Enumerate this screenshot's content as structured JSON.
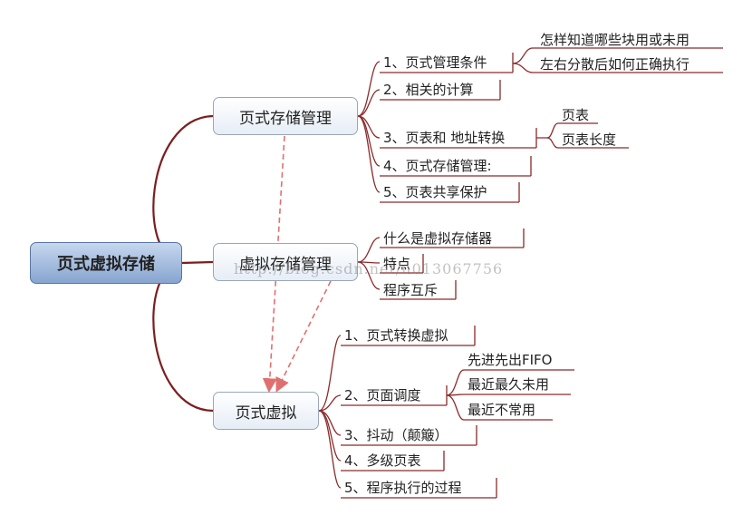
{
  "mindmap": {
    "root": "页式虚拟存储",
    "branches": [
      {
        "label": "页式存储管理",
        "children": [
          {
            "label": "1、页式管理条件",
            "children": [
              "怎样知道哪些块用或未用",
              "左右分散后如何正确执行"
            ]
          },
          {
            "label": "2、相关的计算",
            "children": []
          },
          {
            "label": "3、页表和 地址转换",
            "children": [
              "页表",
              "页表长度"
            ]
          },
          {
            "label": "4、页式存储管理:",
            "children": []
          },
          {
            "label": "5、页表共享保护",
            "children": []
          }
        ]
      },
      {
        "label": "虚拟存储管理",
        "children": [
          {
            "label": "什么是虚拟存储器",
            "children": []
          },
          {
            "label": "特点",
            "children": []
          },
          {
            "label": "程序互斥",
            "children": []
          }
        ]
      },
      {
        "label": "页式虚拟",
        "children": [
          {
            "label": "1、页式转换虚拟",
            "children": []
          },
          {
            "label": "2、页面调度",
            "children": [
              "先进先出FIFO",
              "最近最久未用",
              "最近不常用"
            ]
          },
          {
            "label": "3、抖动（颠簸）",
            "children": []
          },
          {
            "label": "4、多级页表",
            "children": []
          },
          {
            "label": "5、程序执行的过程",
            "children": []
          }
        ]
      }
    ]
  },
  "watermark": "http://blog.csdn.net/u013067756",
  "colors": {
    "branch_line": "#7a1f1f",
    "leaf_line": "#8a2a2a",
    "dashed_arrow": "#e07070",
    "root_fill": "#9db5dc",
    "box_border": "#9aa6b8"
  }
}
